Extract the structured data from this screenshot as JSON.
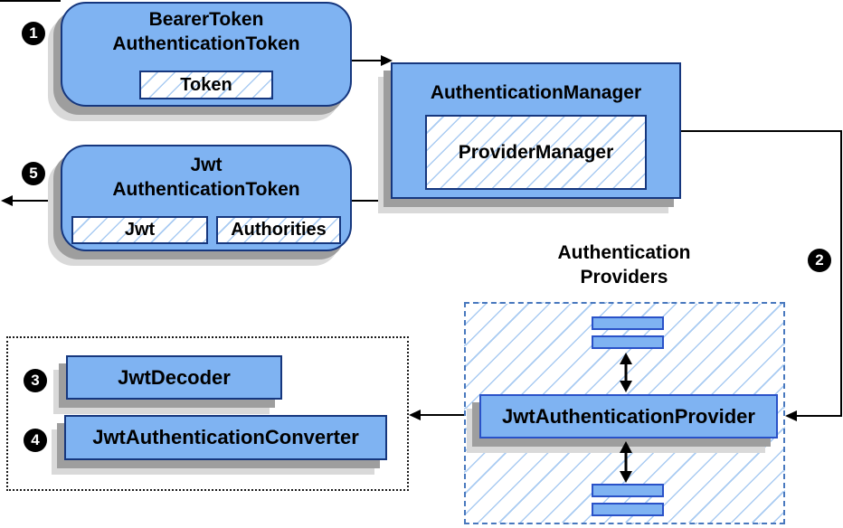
{
  "boxes": {
    "bearer": {
      "title_line1": "BearerToken",
      "title_line2": "AuthenticationToken",
      "inner_label": "Token"
    },
    "auth_manager": {
      "title": "AuthenticationManager",
      "inner_label": "ProviderManager"
    },
    "jwt_token": {
      "title_line1": "Jwt",
      "title_line2": "AuthenticationToken",
      "inner_left": "Jwt",
      "inner_right": "Authorities"
    }
  },
  "providers": {
    "label_line1": "Authentication",
    "label_line2": "Providers",
    "provider_label": "JwtAuthenticationProvider"
  },
  "resolvers": {
    "decoder_label": "JwtDecoder",
    "converter_label": "JwtAuthenticationConverter"
  },
  "steps": {
    "s1": "1",
    "s2": "2",
    "s3": "3",
    "s4": "4",
    "s5": "5"
  },
  "colors": {
    "box_fill": "#7FB3F2",
    "box_border": "#16377E",
    "accent_border": "#2A52C8",
    "hatch_line": "#A9CBF2",
    "providers_dash": "#4878BE",
    "dotted_border": "#1A1A1A",
    "shadow_dark": "#9E9E9E",
    "shadow_light": "#D9D9D9",
    "arrow": "#000000",
    "text": "#000000",
    "background": "#FFFFFF"
  }
}
